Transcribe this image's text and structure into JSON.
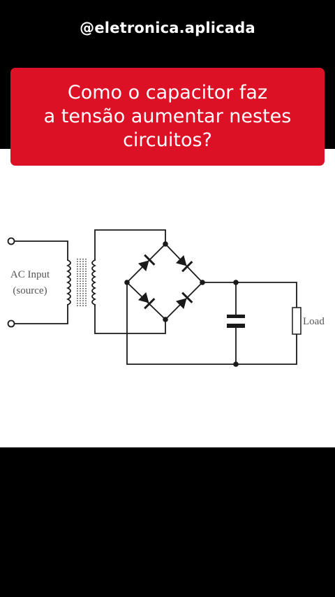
{
  "header": {
    "handle": "@eletronica.aplicada"
  },
  "banner": {
    "lines": [
      "Como o capacitor faz",
      "a tensão aumentar nestes",
      "circuitos?"
    ]
  },
  "diagram": {
    "input_label_line1": "AC Input",
    "input_label_line2": "(source)",
    "load_label": "Load"
  },
  "colors": {
    "background": "#000000",
    "banner": "#dc1126",
    "panel": "#ffffff",
    "wire": "#1a1a1a"
  }
}
